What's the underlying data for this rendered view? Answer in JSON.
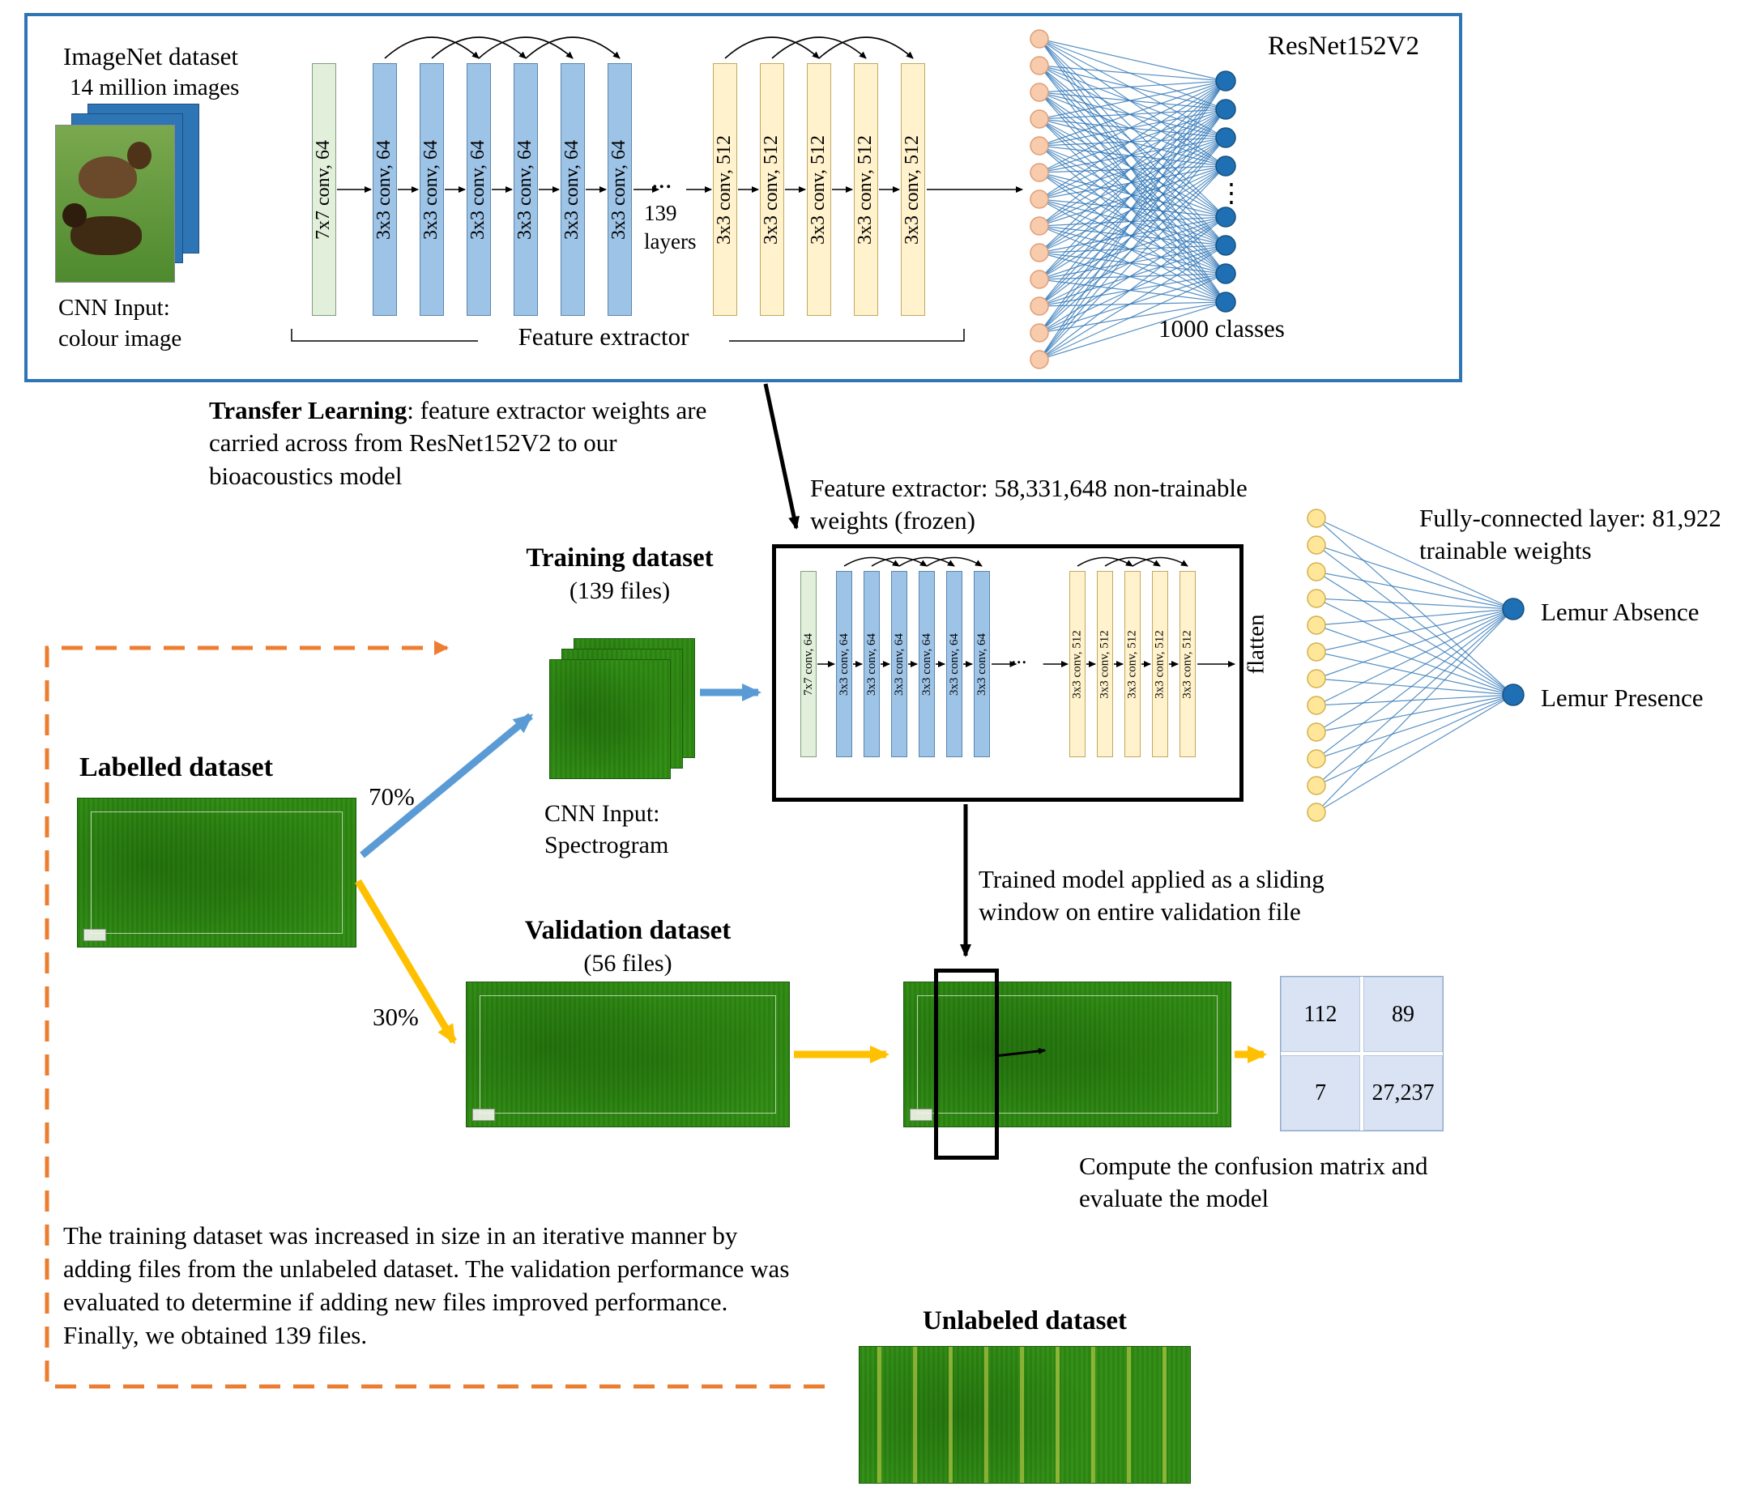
{
  "colors": {
    "panel_border": "#2e75b6",
    "conv_input": "#e2efda",
    "conv_early": "#9dc3e6",
    "conv_late": "#fff2cc",
    "node_input": "#f8cbad",
    "node_hidden": "#ffe699",
    "node_output": "#1f6fb5",
    "edge": "#2e75b6",
    "arrow_blue": "#5b9bd5",
    "arrow_yellow": "#ffc000",
    "dashed_loop": "#ed7d31",
    "spectrogram": "#2e8b12",
    "matrix_cell": "#dae3f3"
  },
  "resnet": {
    "title": "ResNet152V2",
    "dataset_name": "ImageNet dataset",
    "dataset_size": "14 million images",
    "input_caption": "CNN Input: colour image",
    "layers_note": "139 layers",
    "feature_extractor_label": "Feature extractor",
    "classes_label": "1000 classes",
    "node_dots": "⋮"
  },
  "conv_layers": {
    "input_label": "7x7 conv, 64",
    "early_label": "3x3 conv, 64",
    "early_count": 6,
    "late_label": "3x3 conv, 512",
    "late_count": 5,
    "dots": "..."
  },
  "transfer": {
    "lead": "Transfer Learning",
    "rest": ": feature extractor weights are carried across from ResNet152V2 to our bioacoustics model"
  },
  "bio": {
    "frozen_note": "Feature extractor: 58,331,648 non-trainable weights (frozen)",
    "flatten_label": "flatten",
    "fc_note": "Fully-connected layer: 81,922 trainable weights",
    "output_absence": "Lemur Absence",
    "output_presence": "Lemur Presence"
  },
  "datasets": {
    "labelled_title": "Labelled dataset",
    "split_training": "70%",
    "split_validation": "30%",
    "training_title": "Training dataset",
    "training_subtitle": "(139 files)",
    "training_input_caption": "CNN Input: Spectrogram",
    "validation_title": "Validation dataset",
    "validation_subtitle": "(56 files)",
    "unlabeled_title": "Unlabeled dataset"
  },
  "sliding_note": "Trained model applied as a sliding window on entire validation file",
  "confusion": {
    "cells": [
      [
        "112",
        "89"
      ],
      [
        "7",
        "27,237"
      ]
    ],
    "caption": "Compute the confusion matrix and evaluate the model"
  },
  "iteration_note": "The training dataset was increased in size in an iterative manner by adding files from the unlabeled dataset. The validation performance was evaluated to determine if adding new files improved performance. Finally, we obtained 139 files."
}
